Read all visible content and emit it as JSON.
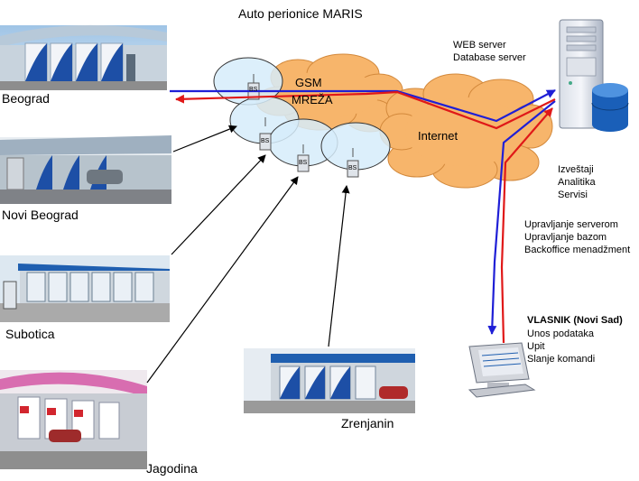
{
  "title": "Auto perionice MARIS",
  "locations": [
    {
      "name": "Beograd"
    },
    {
      "name": "Novi Beograd"
    },
    {
      "name": "Subotica"
    },
    {
      "name": "Jagodina"
    },
    {
      "name": "Zrenjanin"
    }
  ],
  "gsm_label_line1": "GSM",
  "gsm_label_line2": "MREŽA",
  "internet_label": "Internet",
  "bs_label": "BS",
  "server": {
    "line1": "WEB server",
    "line2": "Database server",
    "reports": [
      "Izveštaji",
      "Analitika",
      "Servisi"
    ],
    "management": [
      "Upravljanje serverom",
      "Upravljanje bazom",
      "Backoffice menadžment"
    ]
  },
  "owner": {
    "title": "VLASNIK (Novi Sad)",
    "tasks": [
      "Unos podataka",
      "Upit",
      "Slanje komandi"
    ]
  },
  "colors": {
    "blue_line": "#1f1fd6",
    "red_line": "#e01818",
    "cloud": "#f7b56b",
    "cell": "#d6ecfa"
  }
}
